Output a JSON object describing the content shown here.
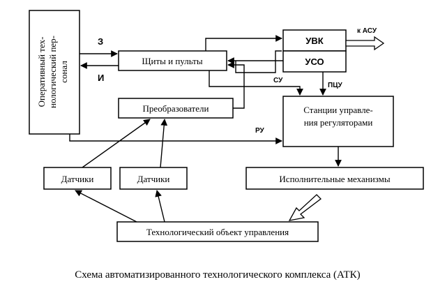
{
  "diagram": {
    "operator_line1": "Оперативный тех-",
    "operator_line2": "нологический пер-",
    "operator_line3": "сонал",
    "panels": "Щиты и пульты",
    "uvk": "УВК",
    "uso": "УСО",
    "converters": "Преобразователи",
    "station_line1": "Станции управле-",
    "station_line2": "ния регуляторами",
    "sensor1": "Датчики",
    "sensor2": "Датчики",
    "actuators": "Исполнительные механизмы",
    "object": "Технологический объект управления",
    "label_z": "З",
    "label_i": "И",
    "label_su": "СУ",
    "label_pcu": "ПЦУ",
    "label_ru": "РУ",
    "label_asu": "к АСУ"
  },
  "caption": "Схема автоматизированного технологического комплекса (АТК)"
}
